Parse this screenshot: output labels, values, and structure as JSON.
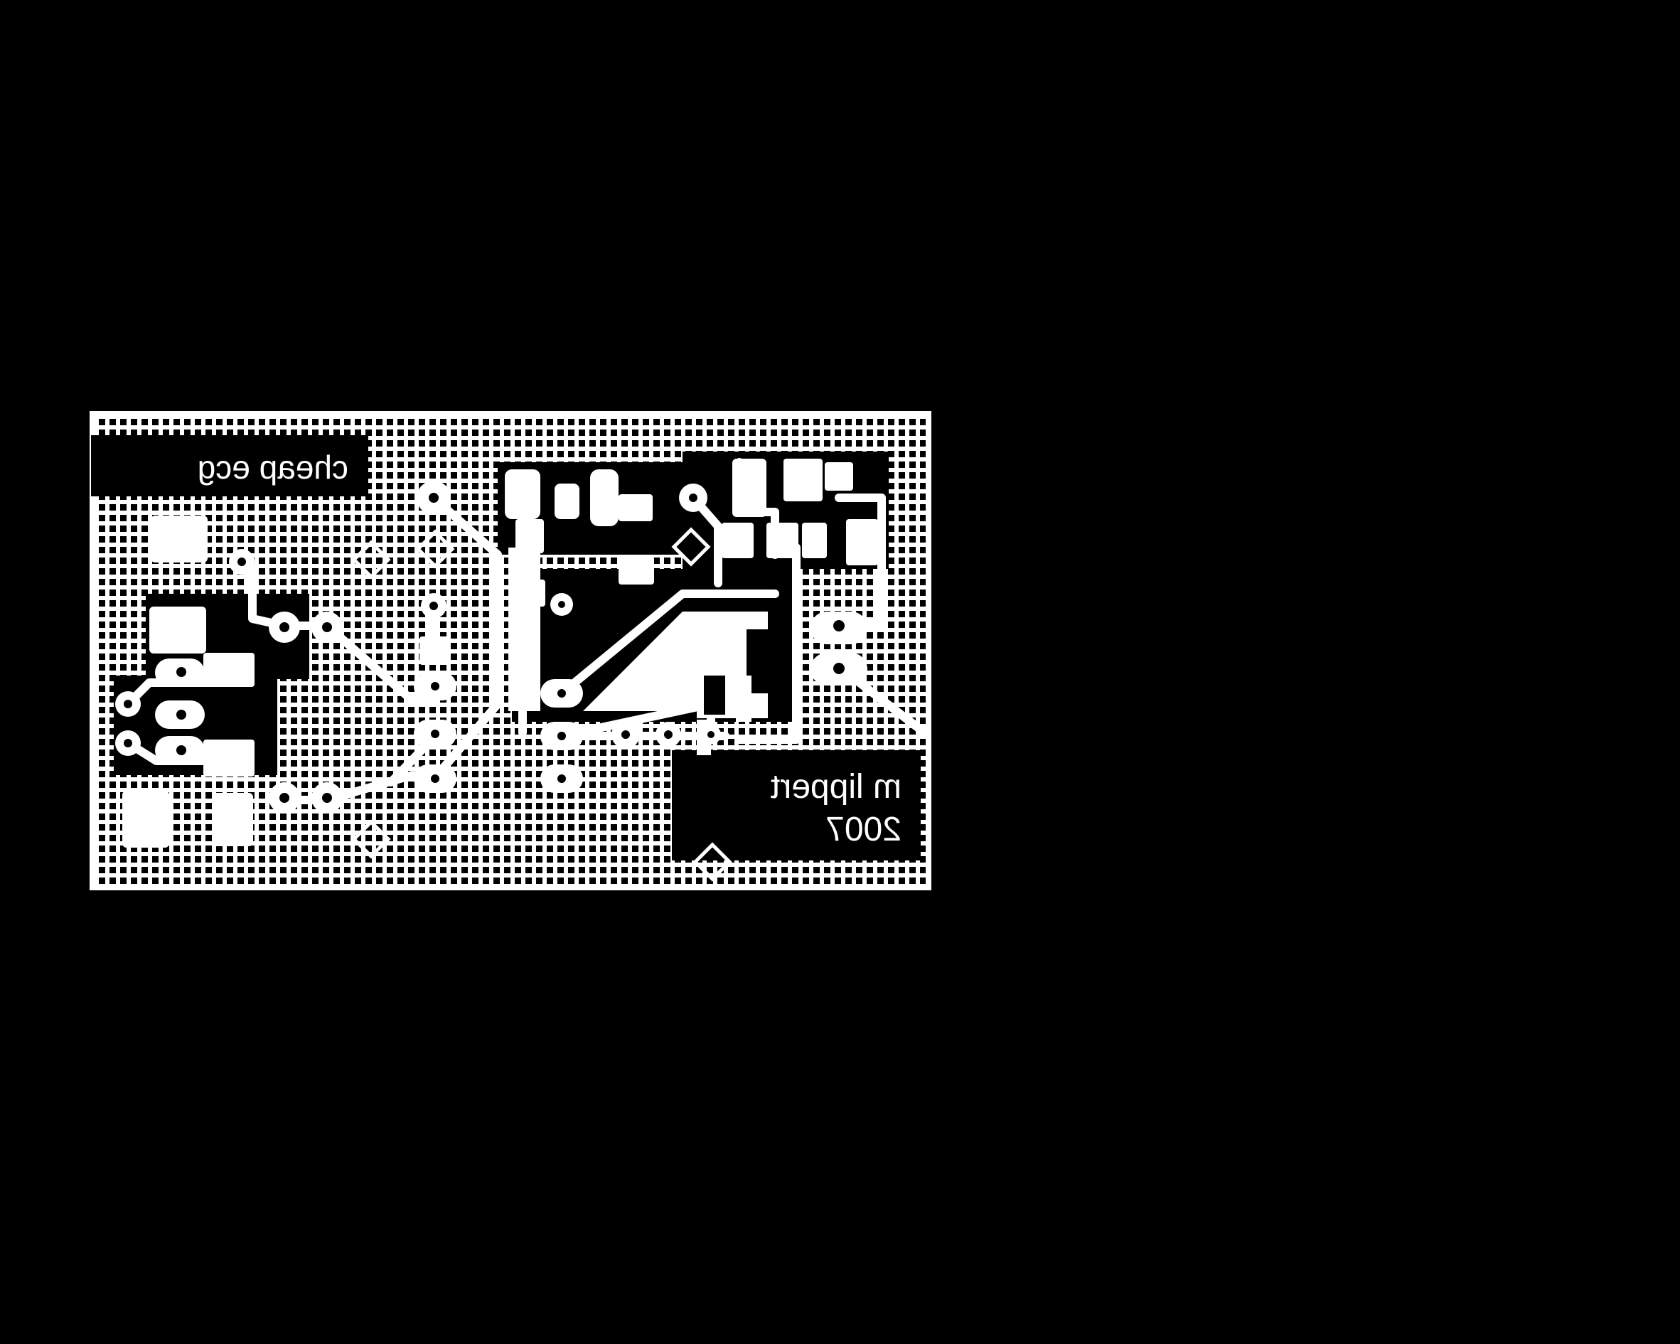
{
  "board": {
    "title_text": "cheap ecg",
    "author_text": "m lippert",
    "year_text": "2007"
  },
  "colors": {
    "background": "#000000",
    "copper": "#ffffff",
    "hatch_gap": "#000000"
  },
  "layer": {
    "kind": "copper-bottom",
    "mirrored": true,
    "fill_style": "hatched-ground-pour"
  }
}
